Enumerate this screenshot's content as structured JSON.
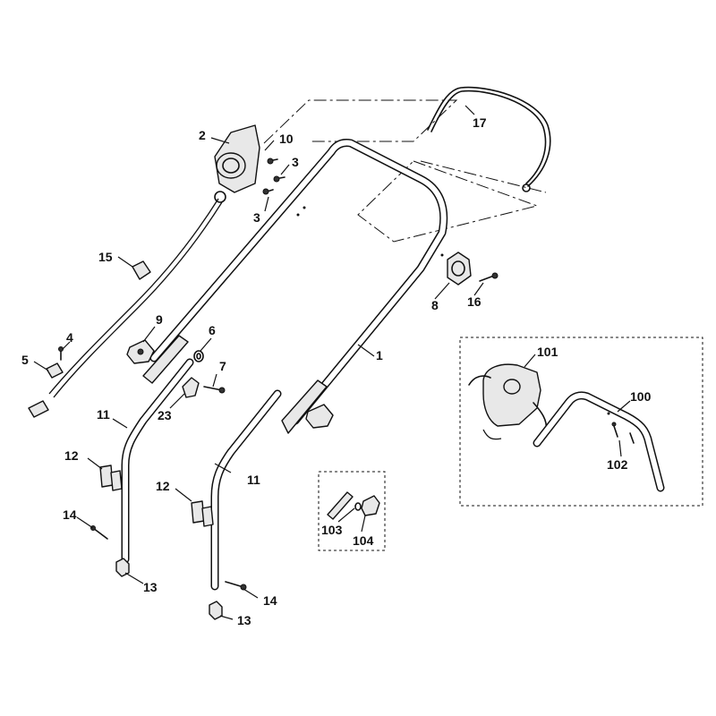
{
  "diagram": {
    "labels": {
      "l1": "1",
      "l2": "2",
      "l3a": "3",
      "l3b": "3",
      "l4": "4",
      "l5": "5",
      "l6": "6",
      "l7": "7",
      "l8": "8",
      "l9": "9",
      "l10": "10",
      "l11a": "11",
      "l11b": "11",
      "l12a": "12",
      "l12b": "12",
      "l13a": "13",
      "l13b": "13",
      "l14a": "14",
      "l14b": "14",
      "l15": "15",
      "l16": "16",
      "l17": "17",
      "l23": "23",
      "l100": "100",
      "l101": "101",
      "l102": "102",
      "l103": "103",
      "l104": "104"
    }
  }
}
